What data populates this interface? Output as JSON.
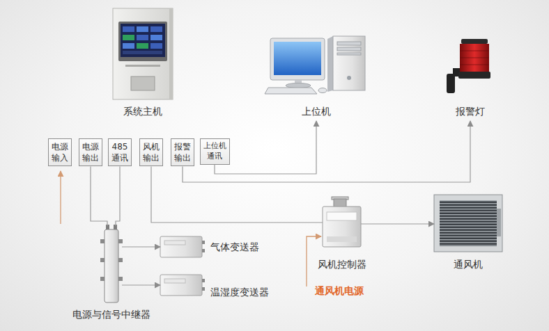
{
  "diagram": {
    "nodes": [
      {
        "text": [
          "系统主机"
        ]
      },
      {
        "text": [
          "上位机"
        ]
      },
      {
        "text": [
          "报警灯"
        ]
      },
      {
        "text": [
          "电源 输入"
        ]
      },
      {
        "text": [
          "电源 输出"
        ]
      },
      {
        "text": [
          "485 通讯"
        ]
      },
      {
        "text": [
          "风机 输出"
        ]
      },
      {
        "text": [
          "报警 输出"
        ]
      },
      {
        "text": [
          "上位机 通讯"
        ]
      },
      {
        "text": [
          "风机控制器"
        ]
      },
      {
        "text": [
          "通风机"
        ]
      },
      {
        "text": [
          "电源与信号中继器"
        ]
      },
      {
        "text": [
          "气体变送器"
        ]
      },
      {
        "text": [
          "温湿度变送器"
        ]
      }
    ],
    "edges": [
      {
        "from": 8,
        "to": 1,
        "arrow": "to"
      },
      {
        "from": 7,
        "to": 2,
        "arrow": "to"
      },
      {
        "from": 6,
        "to": 9,
        "arrow": "none"
      },
      {
        "from": 9,
        "to": 10,
        "arrow": "to"
      },
      {
        "from": 4,
        "to": 11,
        "arrow": "none"
      },
      {
        "from": 5,
        "to": 11,
        "arrow": "none"
      },
      {
        "from": 11,
        "to": 12,
        "arrow": "to"
      },
      {
        "from": 11,
        "to": 13,
        "arrow": "to"
      }
    ],
    "labels": [
      "通风机电源"
    ]
  }
}
